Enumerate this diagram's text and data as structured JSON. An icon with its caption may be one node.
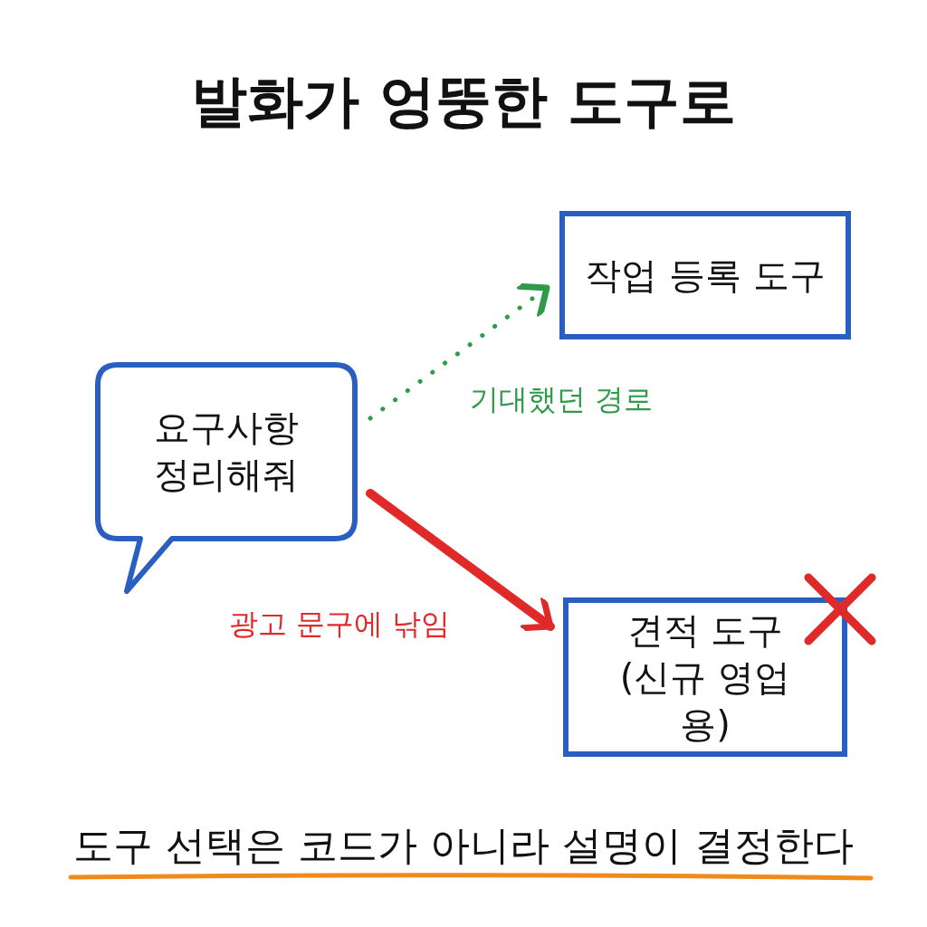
{
  "diagram": {
    "title": "발화가 엉뚱한 도구로",
    "nodes": [
      {
        "text": [
          "요구사항 정리해줘"
        ]
      },
      {
        "text": [
          "작업 등록 도구"
        ]
      },
      {
        "text": [
          "견적 도구 (신규 영업용)"
        ]
      }
    ],
    "edges": [
      {
        "from": 0,
        "to": 1,
        "arrow": "to",
        "label": "기대했던 경로",
        "style": "dashed",
        "color": "#2e9a4a"
      },
      {
        "from": 0,
        "to": 2,
        "arrow": "to",
        "label": "광고 문구에 낚임",
        "style": "thick",
        "color": "#e02a2a"
      }
    ],
    "caption": "도구 선택은 코드가 아니라 설명이 결정한다"
  }
}
